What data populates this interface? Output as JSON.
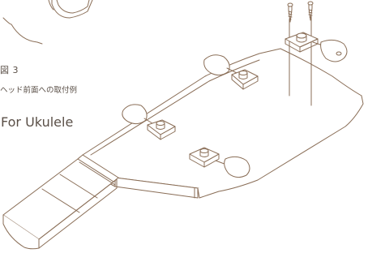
{
  "figure": {
    "number": "図 3",
    "subtitle": "ヘッド前面への取付例",
    "instrument": "For Ukulele"
  },
  "icons": {
    "screw": "screw-icon",
    "tuning_peg": "tuning-peg-icon"
  },
  "colors": {
    "line": "#8a6e57",
    "fill": "#ffffff",
    "text": "#5a4f47"
  }
}
